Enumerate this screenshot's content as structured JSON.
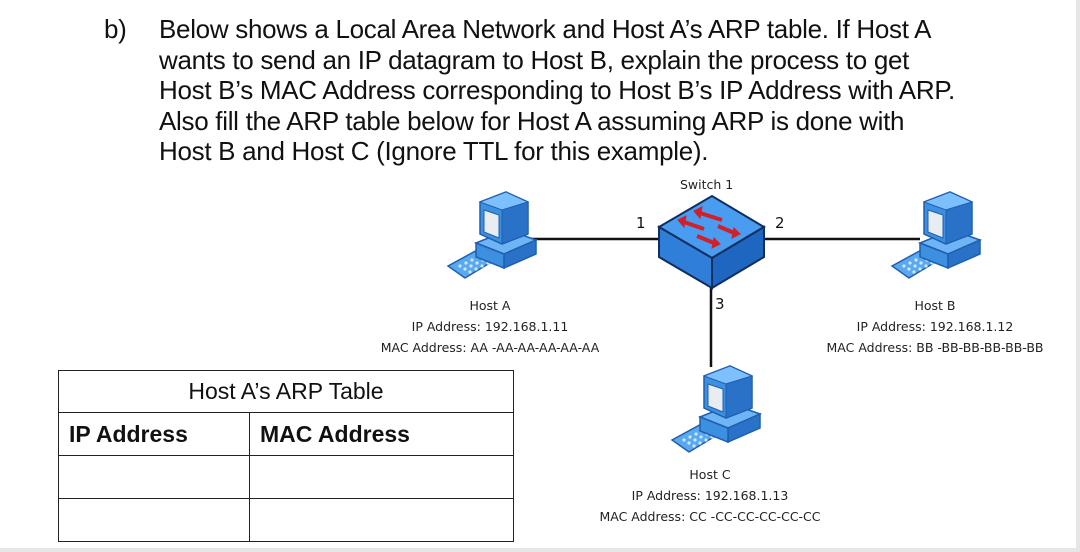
{
  "question": {
    "label": "b)",
    "lines": [
      "Below shows a Local Area Network and Host A’s ARP table. If Host A",
      "wants to send an IP datagram to Host B, explain the process to get",
      "Host B’s MAC Address corresponding to Host B’s IP Address with ARP.",
      "Also fill the ARP table below for Host A assuming ARP is done with",
      "Host B and Host C (Ignore TTL for this example)."
    ]
  },
  "diagram": {
    "switch": {
      "name": "Switch 1",
      "icon": "network-switch-icon",
      "ports": [
        "1",
        "2",
        "3"
      ]
    },
    "hosts": [
      {
        "name": "Host A",
        "ip_line": "IP Address: 192.168.1.11",
        "mac_line": "MAC Address: AA  -AA-AA-AA-AA-AA",
        "icon": "computer-icon"
      },
      {
        "name": "Host B",
        "ip_line": "IP Address: 192.168.1.12",
        "mac_line": "MAC Address: BB  -BB-BB-BB-BB-BB",
        "icon": "computer-icon"
      },
      {
        "name": "Host C",
        "ip_line": "IP Address: 192.168.1.13",
        "mac_line": "MAC Address: CC  -CC-CC-CC-CC-CC",
        "icon": "computer-icon"
      }
    ],
    "colors": {
      "device_blue": "#3d8fe0",
      "device_dark": "#1f5fb0",
      "arrow_red": "#d0202a",
      "link": "#111111"
    }
  },
  "arp_table": {
    "title": "Host A’s ARP Table",
    "columns": [
      "IP Address",
      "MAC Address"
    ],
    "rows": [
      [
        "",
        ""
      ],
      [
        "",
        ""
      ]
    ]
  }
}
